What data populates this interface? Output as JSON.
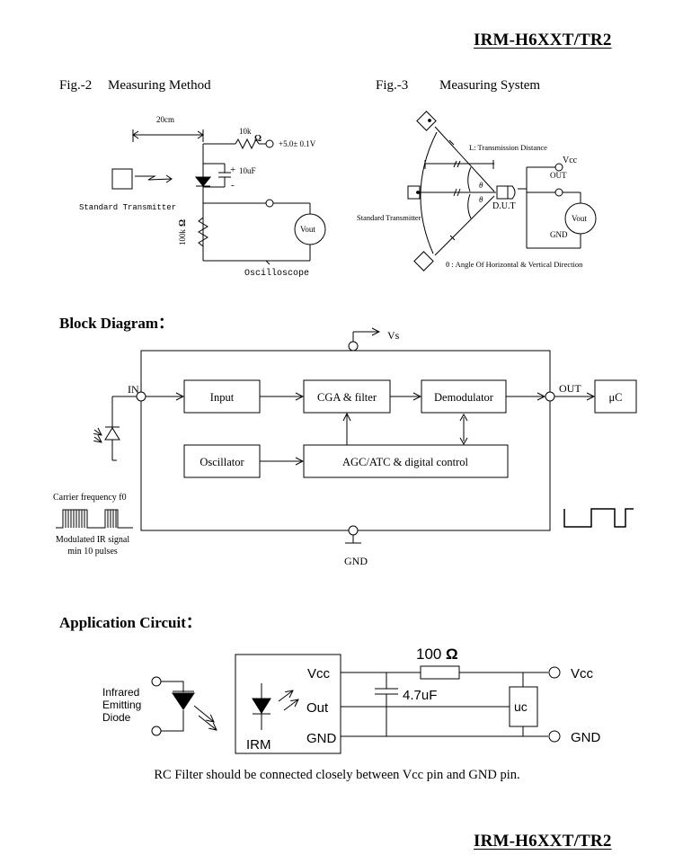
{
  "header": {
    "part_number": "IRM-H6XXT/TR2"
  },
  "footer": {
    "part_number": "IRM-H6XXT/TR2"
  },
  "fig2": {
    "label": "Fig.-2",
    "title": "Measuring Method",
    "distance": "20cm",
    "resistor_top": "10k",
    "ohm": "Ω",
    "supply": "+5.0± 0.1V",
    "cap_plus": "+",
    "cap_value": "10uF",
    "cap_minus": "-",
    "transmitter": "Standard Transmitter",
    "resistor_side": "100k",
    "vout": "Vout",
    "scope": "Oscilloscope"
  },
  "fig3": {
    "label": "Fig.-3",
    "title": "Measuring System",
    "distance_label": "L: Transmission Distance",
    "vcc": "Vcc",
    "out": "OUT",
    "theta": "θ",
    "dut": "D.U.T",
    "vout": "Vout",
    "gnd": "GND",
    "transmitter": "Standard Transmitter",
    "angle_note": "θ : Angle Of Horizontal & Vertical Direction"
  },
  "block": {
    "heading": "Block Diagram：",
    "vs": "Vs",
    "in": "IN",
    "out": "OUT",
    "input": "Input",
    "cga": "CGA & filter",
    "demod": "Demodulator",
    "mcu": "μC",
    "osc": "Oscillator",
    "agc": "AGC/ATC & digital control",
    "carrier": "Carrier frequency f0",
    "mod1": "Modulated IR signal",
    "mod2": "min 10 pulses",
    "gnd": "GND"
  },
  "app": {
    "heading": "Application Circuit：",
    "resistor": "100",
    "ohm": "Ω",
    "cap": "4.7uF",
    "vcc_pin": "Vcc",
    "out_pin": "Out",
    "gnd_pin": "GND",
    "irm": "IRM",
    "uc": "uc",
    "vcc_term": "Vcc",
    "gnd_term": "GND",
    "led1": "Infrared",
    "led2": "Emitting",
    "led3": "Diode",
    "note": "RC Filter should be connected closely between Vcc pin and GND pin."
  }
}
